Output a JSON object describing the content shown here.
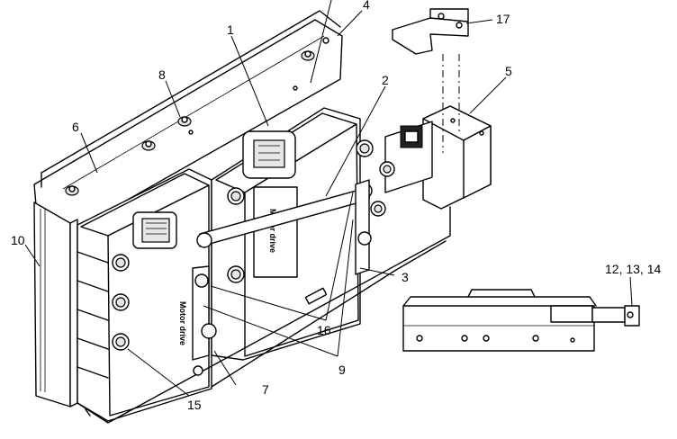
{
  "callouts": {
    "c1": "1",
    "c2": "2",
    "c3": "3",
    "c4": "4",
    "c5": "5",
    "c6": "6",
    "c7": "7",
    "c8": "8",
    "c9": "9",
    "c10": "10",
    "c12": "12, 13, 14",
    "c15": "15",
    "c16": "16",
    "c17": "17"
  },
  "module_labels": {
    "left": "Motor drive",
    "right": "Motor drive"
  }
}
